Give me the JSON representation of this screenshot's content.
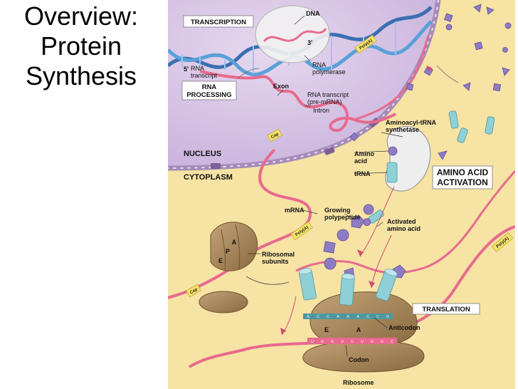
{
  "title": {
    "lines": [
      "Overview:",
      "Protein",
      "Synthesis"
    ]
  },
  "regions": {
    "nucleus": "NUCLEUS",
    "cytoplasm": "CYTOPLASM"
  },
  "process_boxes": {
    "transcription": "TRANSCRIPTION",
    "rna_processing": [
      "RNA",
      "PROCESSING"
    ],
    "amino_acid_activation": [
      "AMINO ACID",
      "ACTIVATION"
    ],
    "translation": "TRANSLATION"
  },
  "labels": {
    "dna": "DNA",
    "three_prime": "3'",
    "five_prime": "5'",
    "rna_transcript": [
      "RNA",
      "transcript"
    ],
    "rna_polymerase": [
      "RNA",
      "polymerase"
    ],
    "exon": "Exon",
    "pre_mrna": [
      "RNA transcript",
      "(pre-mRNA)"
    ],
    "intron": "Intron",
    "synthetase": [
      "Aminoacyl-tRNA",
      "synthetase"
    ],
    "amino_acid": [
      "Amino",
      "acid"
    ],
    "trna": "tRNA",
    "mrna": "mRNA",
    "growing_polypeptide": [
      "Growing",
      "polypeptide"
    ],
    "activated_amino_acid": [
      "Activated",
      "amino acid"
    ],
    "ribosomal_subunits": [
      "Ribosomal",
      "subunits"
    ],
    "anticodon": "Anticodon",
    "codon": "Codon",
    "ribosome": "Ribosome"
  },
  "tags": {
    "cap": "Cap",
    "poly_a": "Poly(A)"
  },
  "ribosome_sites": [
    "E",
    "P",
    "A"
  ],
  "codon_bases": [
    "U",
    "G",
    "G",
    "U",
    "U",
    "U",
    "G",
    "G",
    "C"
  ],
  "anticodon_bases": [
    "A",
    "C",
    "C",
    "A",
    "A",
    "A",
    "C",
    "C",
    "G"
  ],
  "colors": {
    "nucleus": "#d7c4e3",
    "cytoplasm": "#f7e3a4",
    "mrna": "#e86a8e",
    "trna": "#8fcfd6",
    "amino_acid": "#8e7cc3",
    "ribosome": "#a8865a"
  }
}
